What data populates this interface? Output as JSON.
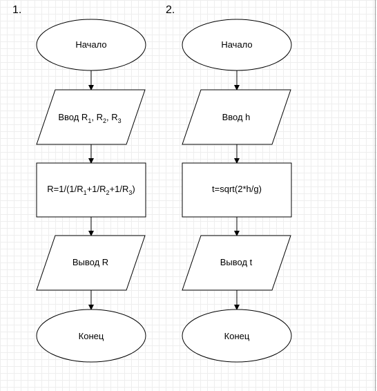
{
  "diagrams": [
    {
      "number": "1.",
      "start": "Начало",
      "input": {
        "prefix": "Ввод R",
        "sub1": "1",
        "mid1": ", R",
        "sub2": "2",
        "mid2": ", R",
        "sub3": "3"
      },
      "process": {
        "p1": "R=1/(1/R",
        "s1": "1",
        "p2": "+1/R",
        "s2": "2",
        "p3": "+1/R",
        "s3": "3",
        "p4": ")"
      },
      "output": "Вывод R",
      "end": "Конец"
    },
    {
      "number": "2.",
      "start": "Начало",
      "input": "Ввод h",
      "process": "t=sqrt(2*h/g)",
      "output": "Вывод t",
      "end": "Конец"
    }
  ]
}
